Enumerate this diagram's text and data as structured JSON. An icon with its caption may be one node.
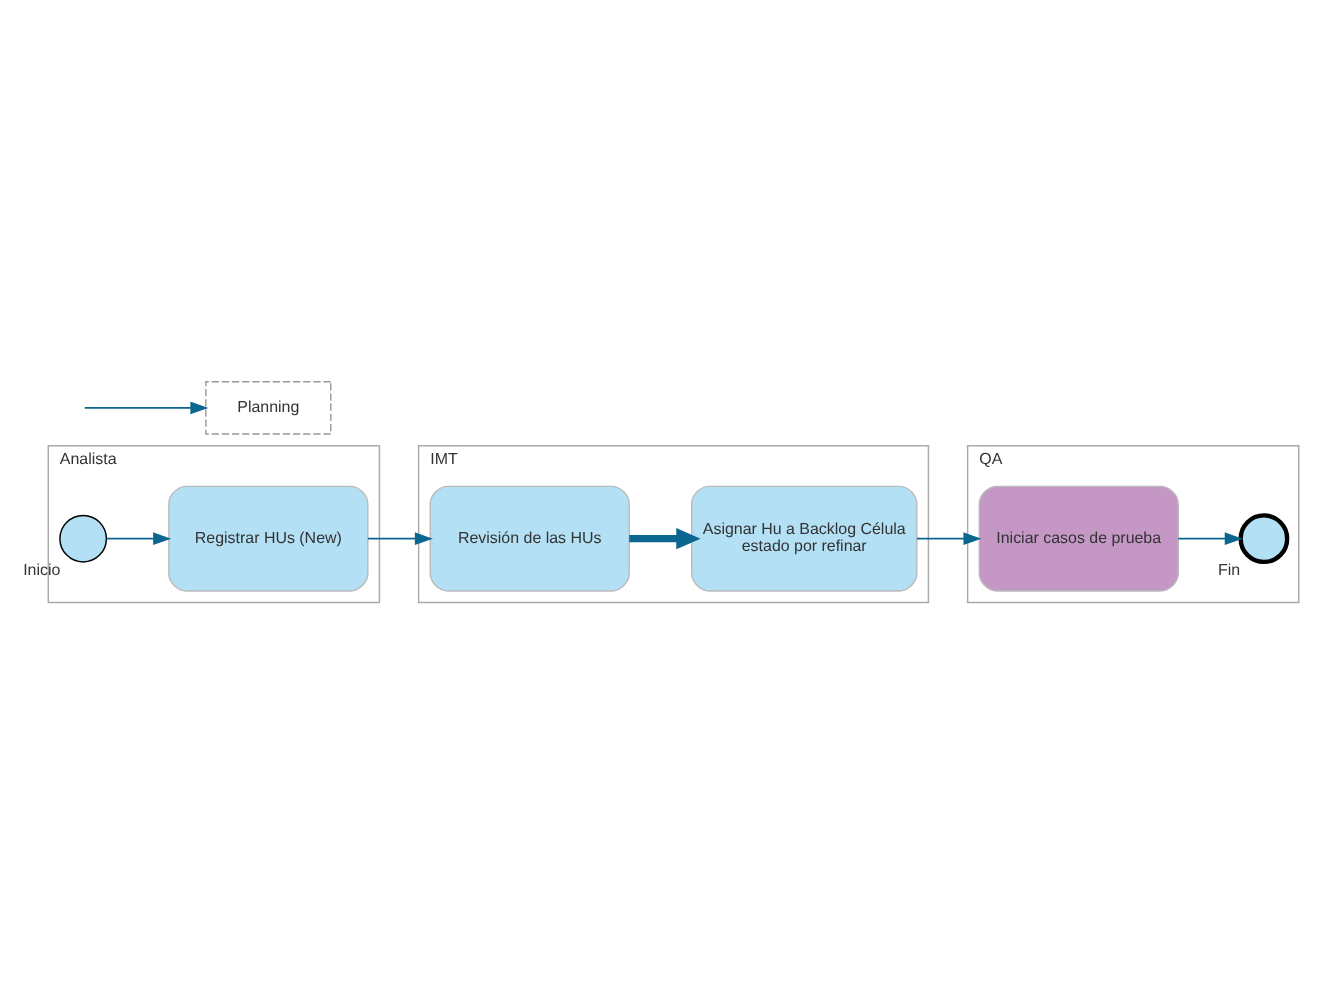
{
  "diagram": {
    "nodes": [
      {
        "text": [
          "IMT"
        ]
      },
      {
        "text": [
          "Analista"
        ]
      },
      {
        "text": [
          "QA"
        ]
      },
      {
        "text": [
          "Planning"
        ]
      },
      {
        "text": [
          "Revisión de las HUs"
        ],
        "in": 0
      },
      {
        "text": [
          "Asignar Hu a Backlog Célula",
          "estado por refinar"
        ],
        "in": 0
      },
      {
        "text": [],
        "shape": "circle",
        "beside": [
          "Inicio"
        ],
        "in": 1
      },
      {
        "text": [
          "Registrar HUs (New)"
        ],
        "in": 1
      },
      {
        "text": [
          "Iniciar casos de prueba"
        ],
        "in": 2
      },
      {
        "text": [],
        "shape": "circle",
        "beside": [
          "Fin"
        ],
        "in": 2
      }
    ],
    "edges": [
      {
        "from": null,
        "to": 3,
        "arrow": "to"
      },
      {
        "from": 6,
        "to": 7,
        "arrow": "to"
      },
      {
        "from": 7,
        "to": 4,
        "arrow": "to"
      },
      {
        "from": 4,
        "to": 5,
        "arrow": "to",
        "style": "thick"
      },
      {
        "from": 5,
        "to": 8,
        "arrow": "to"
      },
      {
        "from": 8,
        "to": 9,
        "arrow": "to"
      }
    ]
  }
}
